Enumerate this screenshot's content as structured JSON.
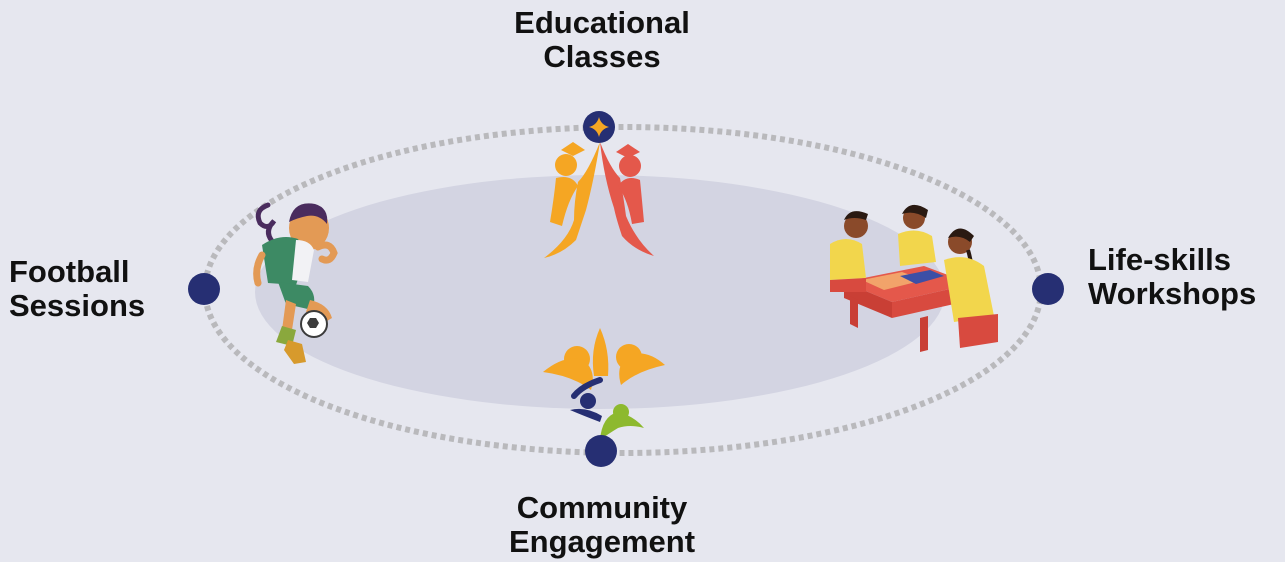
{
  "nodes": {
    "top": {
      "line1": "Educational",
      "line2": "Classes",
      "icon": "graduates-high-five-icon"
    },
    "left": {
      "line1": "Football",
      "line2": "Sessions",
      "icon": "football-player-illustration"
    },
    "right": {
      "line1": "Life-skills",
      "line2": "Workshops",
      "icon": "children-workshop-table-illustration"
    },
    "bottom": {
      "line1": "Community",
      "line2": "Engagement",
      "icon": "community-people-icon"
    }
  },
  "colors": {
    "background": "#e6e7ef",
    "inner_ellipse": "#d3d4e2",
    "orbit_dots": "#b9b9bc",
    "node": "#262f73",
    "accent_orange": "#f5a623",
    "accent_red": "#e4584b",
    "accent_green": "#8db92e"
  }
}
